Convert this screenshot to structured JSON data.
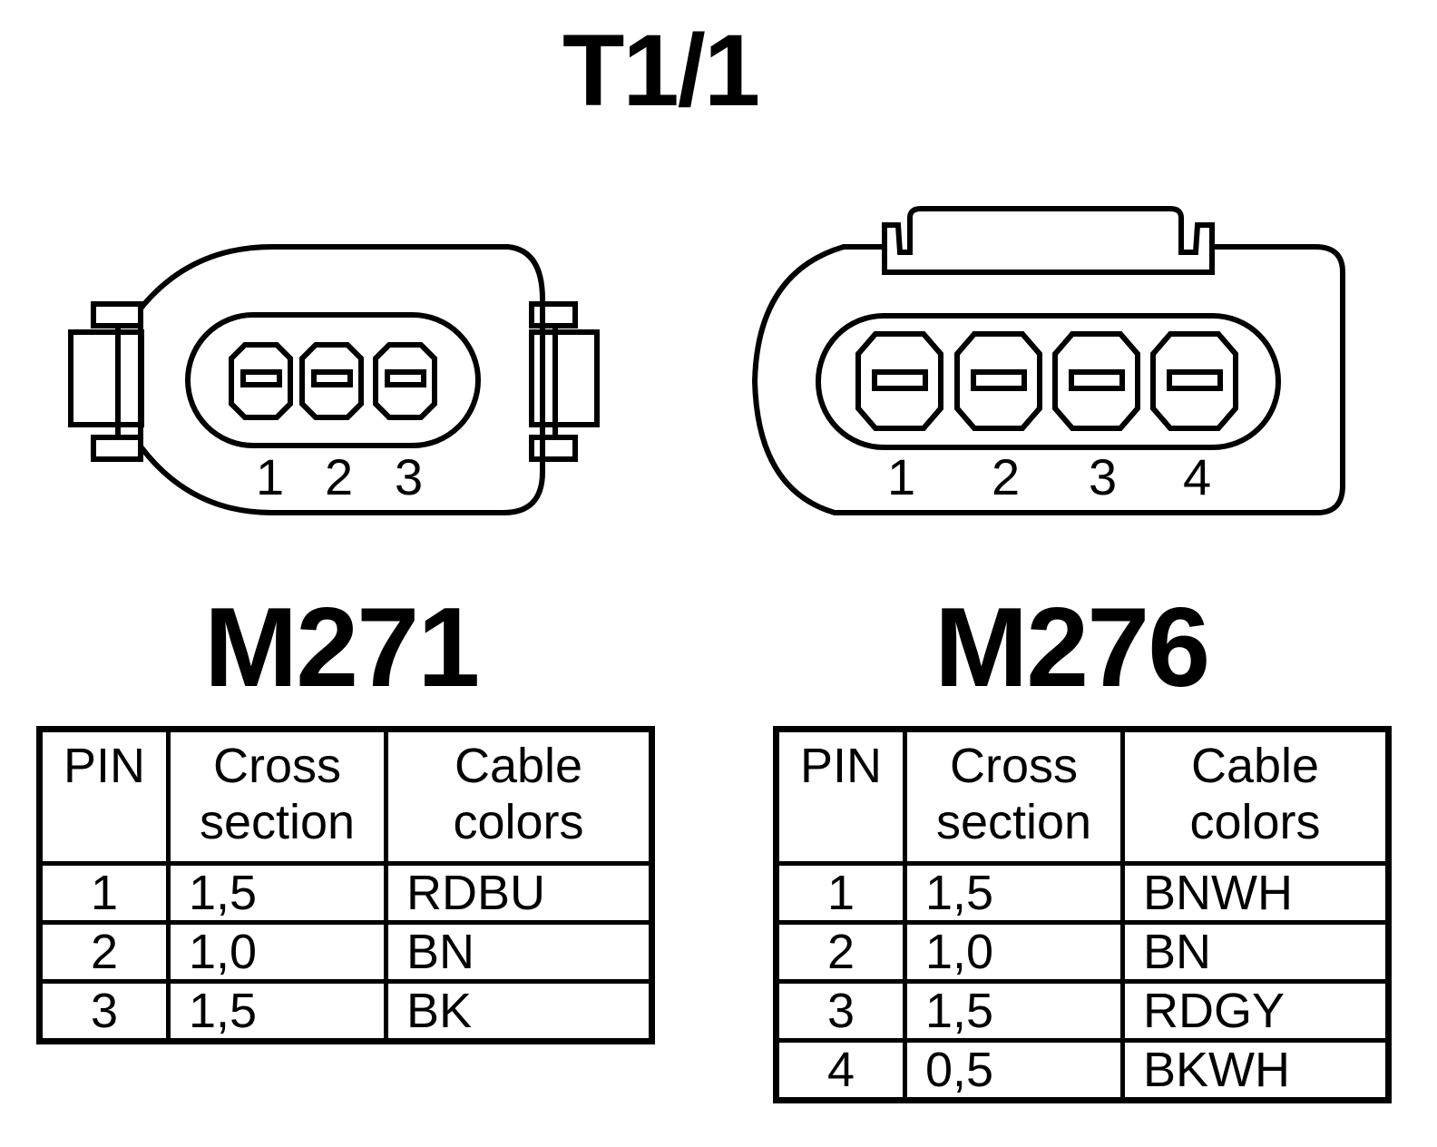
{
  "title": "T1/1",
  "connectors": [
    {
      "model": "M271",
      "pin_numbers": [
        "1",
        "2",
        "3"
      ],
      "table": {
        "headers": {
          "pin": "PIN",
          "cross_section": [
            "Cross",
            "section"
          ],
          "cable_colors": [
            "Cable",
            "colors"
          ]
        },
        "rows": [
          {
            "pin": "1",
            "cross_section": "1,5",
            "color": "RDBU"
          },
          {
            "pin": "2",
            "cross_section": "1,0",
            "color": "BN"
          },
          {
            "pin": "3",
            "cross_section": "1,5",
            "color": "BK"
          }
        ]
      }
    },
    {
      "model": "M276",
      "pin_numbers": [
        "1",
        "2",
        "3",
        "4"
      ],
      "table": {
        "headers": {
          "pin": "PIN",
          "cross_section": [
            "Cross",
            "section"
          ],
          "cable_colors": [
            "Cable",
            "colors"
          ]
        },
        "rows": [
          {
            "pin": "1",
            "cross_section": "1,5",
            "color": "BNWH"
          },
          {
            "pin": "2",
            "cross_section": "1,0",
            "color": "BN"
          },
          {
            "pin": "3",
            "cross_section": "1,5",
            "color": "RDGY"
          },
          {
            "pin": "4",
            "cross_section": "0,5",
            "color": "BKWH"
          }
        ]
      }
    }
  ]
}
